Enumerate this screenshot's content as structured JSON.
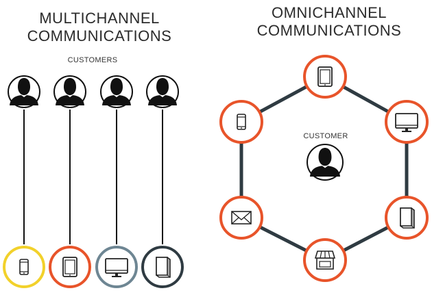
{
  "multichannel": {
    "title_line1": "MULTICHANNEL",
    "title_line2": "COMMUNICATIONS",
    "customers_label": "CUSTOMERS",
    "channels": [
      {
        "icon": "smartphone-icon",
        "ring_color": "#f2d12b"
      },
      {
        "icon": "tablet-icon",
        "ring_color": "#e8542a"
      },
      {
        "icon": "desktop-monitor-icon",
        "ring_color": "#6e8693"
      },
      {
        "icon": "book-icon",
        "ring_color": "#2f3b42"
      }
    ]
  },
  "omnichannel": {
    "title_line1": "OMNICHANNEL",
    "title_line2": "COMMUNICATIONS",
    "customer_label": "CUSTOMER",
    "ring_color": "#e8542a",
    "connector_color": "#2f3b42",
    "channels": [
      {
        "icon": "tablet-icon"
      },
      {
        "icon": "desktop-monitor-icon"
      },
      {
        "icon": "book-icon"
      },
      {
        "icon": "storefront-icon"
      },
      {
        "icon": "envelope-icon"
      },
      {
        "icon": "smartphone-icon"
      }
    ]
  }
}
